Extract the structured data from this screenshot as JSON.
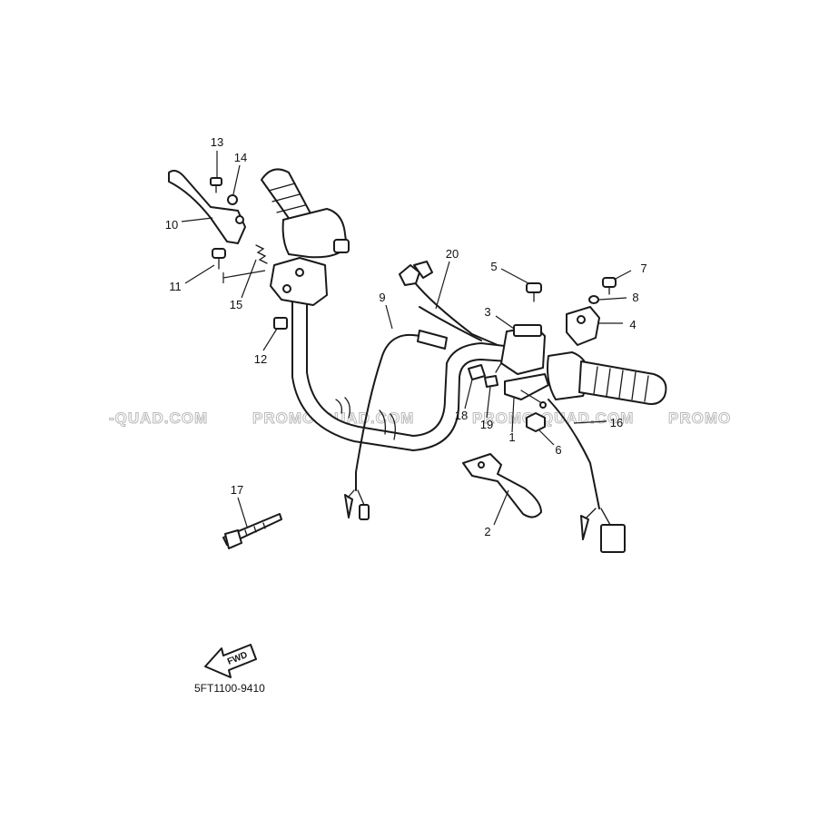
{
  "watermarks": {
    "left": "-QUAD.COM",
    "center": "PROMO-QUAD.COM",
    "center_right": "PROMO-QUAD.COM",
    "right": "PROMO"
  },
  "parts": {
    "p1": "1",
    "p2": "2",
    "p3": "3",
    "p4": "4",
    "p5": "5",
    "p6": "6",
    "p7": "7",
    "p8": "8",
    "p9": "9",
    "p10": "10",
    "p11": "11",
    "p12": "12",
    "p13": "13",
    "p14": "14",
    "p15": "15",
    "p16": "16",
    "p17": "17",
    "p18": "18",
    "p19": "19",
    "p20": "20"
  },
  "fwd_label": "FWD",
  "diagram_code": "5FT1100-9410"
}
